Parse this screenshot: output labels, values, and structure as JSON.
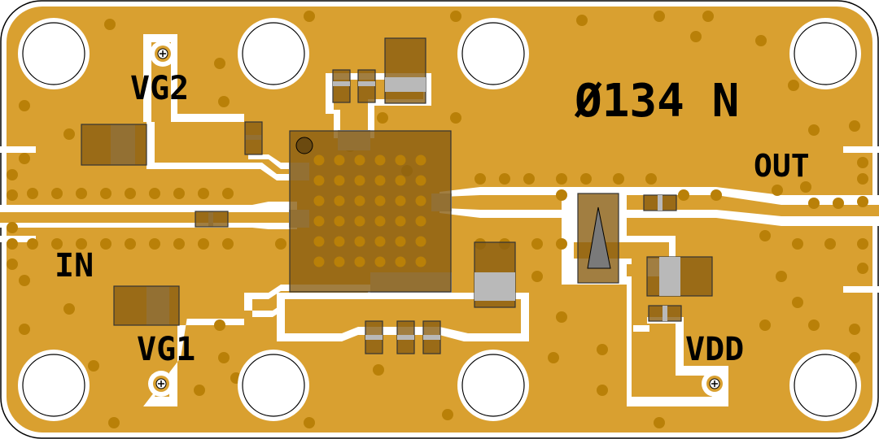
{
  "board": {
    "part_label": "Ø134 N",
    "labels": {
      "vg2": "VG2",
      "vg1": "VG1",
      "in": "IN",
      "out": "OUT",
      "vdd": "VDD"
    }
  },
  "colors": {
    "copper": "#d9a030",
    "via": "#b98008",
    "component": "#8a5e12",
    "pad": "#b9b9b9"
  }
}
